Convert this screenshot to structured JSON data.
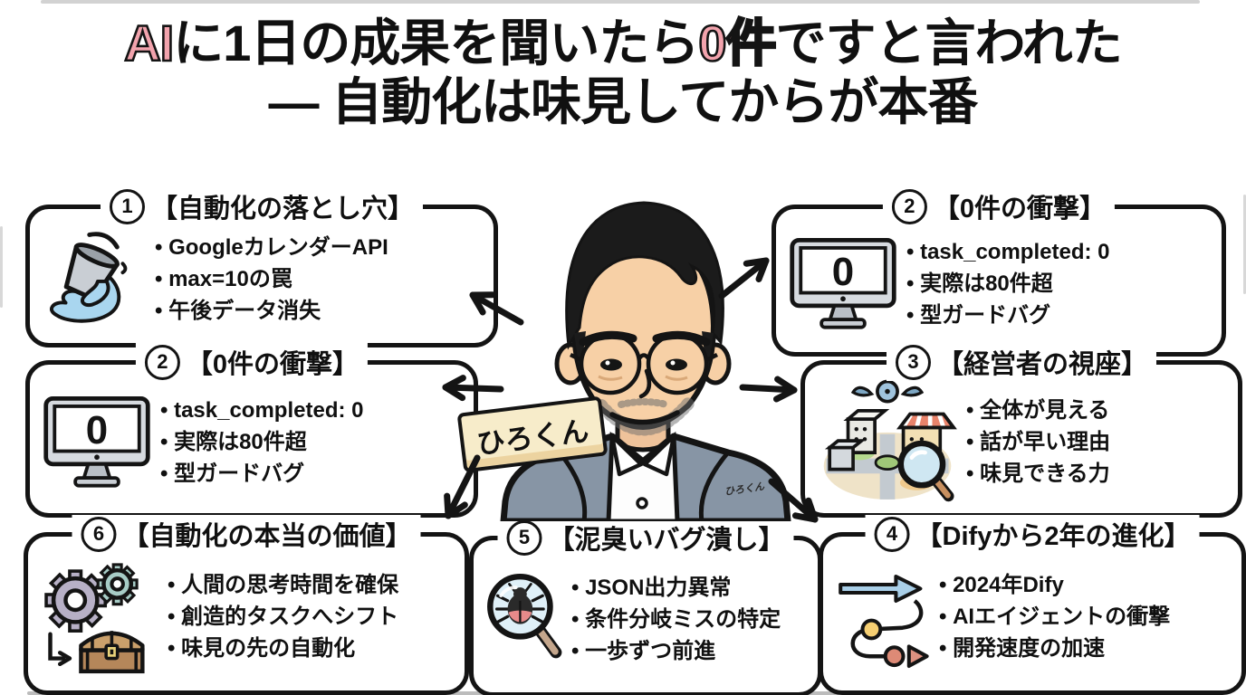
{
  "title": {
    "l1_accent1": "AI",
    "l1_part1": "に1日の成果を聞いたら",
    "l1_accent2": "0件",
    "l1_part2": "ですと言われた",
    "line2": "― 自動化は味見してからが本番"
  },
  "center": {
    "name_tag": "ひろくん",
    "signature": "ひろくん"
  },
  "monitor_zero": "0",
  "boxes": {
    "pitfalls": {
      "num": "1",
      "title": "【自動化の落とし穴】",
      "icon": "bucket-spill-icon",
      "items": [
        "GoogleカレンダーAPI",
        "max=10の罠",
        "午後データ消失"
      ]
    },
    "zero_shock_top": {
      "num": "2",
      "title": "【0件の衝撃】",
      "icon": "monitor-zero-icon",
      "items": [
        "task_completed: 0",
        "実際は80件超",
        "型ガードバグ"
      ]
    },
    "zero_shock_left": {
      "num": "2",
      "title": "【0件の衝撃】",
      "icon": "monitor-zero-icon",
      "items": [
        "task_completed: 0",
        "実際は80件超",
        "型ガードバグ"
      ]
    },
    "executive_view": {
      "num": "3",
      "title": "【経営者の視座】",
      "icon": "town-birdseye-magnifier-icon",
      "items": [
        "全体が見える",
        "話が早い理由",
        "味見できる力"
      ]
    },
    "dify_evolution": {
      "num": "4",
      "title": "【Difyから2年の進化】",
      "icon": "timeline-arrow-icon",
      "items": [
        "2024年Dify",
        "AIエイジェントの衝撃",
        "開発速度の加速"
      ]
    },
    "bug_crushing": {
      "num": "5",
      "title": "【泥臭いバグ潰し】",
      "icon": "bug-magnifier-icon",
      "items": [
        "JSON出力異常",
        "条件分岐ミスの特定",
        "一歩ずつ前進"
      ]
    },
    "true_value": {
      "num": "6",
      "title": "【自動化の本当の価値】",
      "icon": "gears-treasure-icon",
      "items": [
        "人間の思考時間を確保",
        "創造的タスクへシフト",
        "味見の先の自動化"
      ]
    }
  },
  "colors": {
    "accent_pink": "#f2a3ad",
    "outline_black": "#141414",
    "water_blue": "#a9d6ef",
    "lens_blue": "#dff0f8",
    "jacket_gray": "#8795a5",
    "skin": "#f7d0a6",
    "tag_cream": "#f7ecca",
    "awning_red": "#e8836b",
    "gear_purple": "#b7b0c6",
    "gear_teal": "#a7ccc6",
    "chest_brown": "#b5875a",
    "timeline_yellow": "#f6cf72",
    "timeline_salmon": "#dd8a76",
    "timeline_blue": "#a9cfe8"
  }
}
